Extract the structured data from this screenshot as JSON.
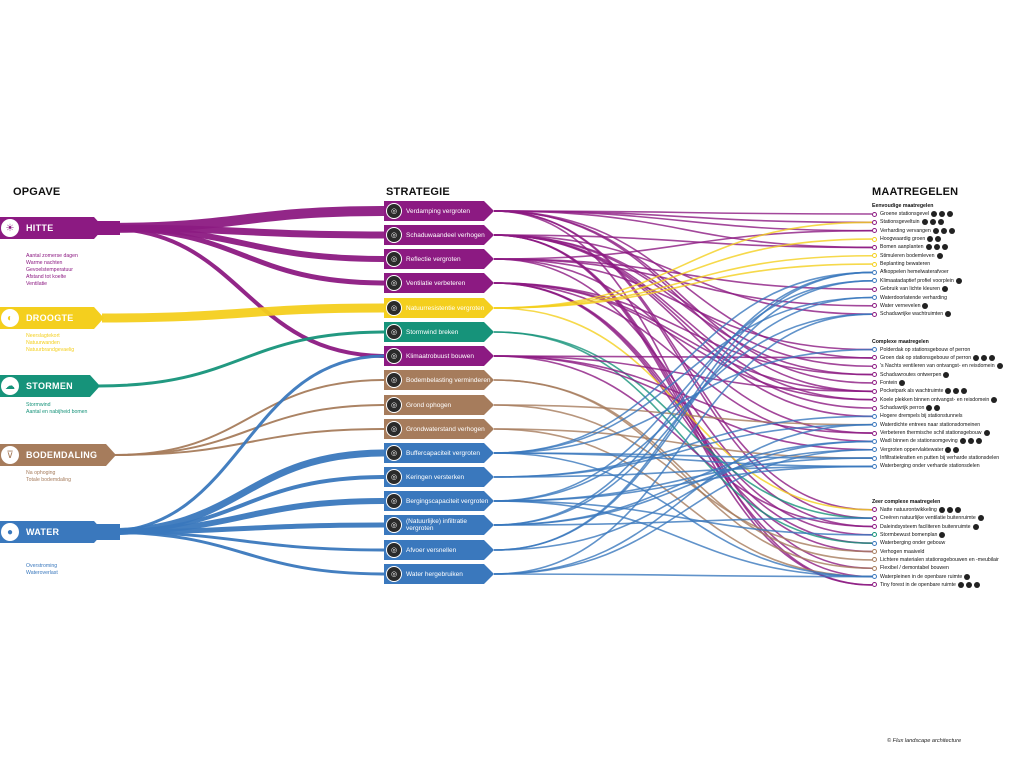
{
  "headers": {
    "opgave": "OPGAVE",
    "strategie": "STRATEGIE",
    "maatregelen": "MAATREGELEN"
  },
  "colors": {
    "hitte": "#8c1a82",
    "droogte": "#f4cf1e",
    "stormen": "#16937a",
    "bodemdaling": "#a67c5c",
    "water": "#3a78bd"
  },
  "opgaven": [
    {
      "key": "hitte",
      "label": "HITTE",
      "icon": "sun-icon",
      "subs": [
        "Aantal zomerse dagen",
        "Warme nachten",
        "Gevoelstemperatuur",
        "Afstand tot koelte",
        "Ventilatie"
      ]
    },
    {
      "key": "droogte",
      "label": "DROOGTE",
      "icon": "drought-icon",
      "subs": [
        "Neerslagtekort",
        "Natuurwanden",
        "Natuurbrandgevaelig"
      ]
    },
    {
      "key": "stormen",
      "label": "STORMEN",
      "icon": "storm-icon",
      "subs": [
        "Stormwind",
        "Aantal en nabijheid bomen"
      ]
    },
    {
      "key": "bodemdaling",
      "label": "BODEMDALING",
      "icon": "subsidence-icon",
      "subs": [
        "Na ophoging",
        "Totale bodemdaling"
      ]
    },
    {
      "key": "water",
      "label": "WATER",
      "icon": "water-drop-icon",
      "subs": [
        "Overstroming",
        "Wateroverlast"
      ]
    }
  ],
  "strategieen": [
    {
      "label": "Verdamping vergroten",
      "color": "hitte",
      "icon": "evaporation-icon"
    },
    {
      "label": "Schaduwaandeel verhogen",
      "color": "hitte",
      "icon": "shade-icon"
    },
    {
      "label": "Reflectie vergroten",
      "color": "hitte",
      "icon": "reflection-icon"
    },
    {
      "label": "Ventilatie verbeteren",
      "color": "hitte",
      "icon": "ventilation-icon"
    },
    {
      "label": "Natuurresistentie vergroten",
      "color": "droogte",
      "icon": "nature-icon"
    },
    {
      "label": "Stormwind breken",
      "color": "stormen",
      "icon": "wind-icon"
    },
    {
      "label": "Klimaatrobuust bouwen",
      "color": "hitte",
      "icon": "building-icon"
    },
    {
      "label": "Bodembelasting verminderen",
      "color": "bodemdaling",
      "icon": "weight-icon"
    },
    {
      "label": "Grond ophogen",
      "color": "bodemdaling",
      "icon": "raise-icon"
    },
    {
      "label": "Grondwaterstand verhogen",
      "color": "bodemdaling",
      "icon": "groundwater-icon"
    },
    {
      "label": "Buffercapaciteit vergroten",
      "color": "water",
      "icon": "buffer-icon"
    },
    {
      "label": "Keringen versterken",
      "color": "water",
      "icon": "barrier-icon"
    },
    {
      "label": "Bergingscapaciteit vergroten",
      "color": "water",
      "icon": "storage-icon"
    },
    {
      "label": "(Natuurlijke) infiltratie vergroten",
      "color": "water",
      "icon": "infiltration-icon"
    },
    {
      "label": "Afvoer versnellen",
      "color": "water",
      "icon": "drain-icon"
    },
    {
      "label": "Water hergebruiken",
      "color": "water",
      "icon": "reuse-icon"
    }
  ],
  "maatregelen": [
    {
      "title": "Eenvoudige maatregelen",
      "items": [
        {
          "label": "Groene stationsgevel",
          "tags": 3,
          "color": "hitte"
        },
        {
          "label": "Stationsgeveltuin",
          "tags": 3,
          "color": "hitte"
        },
        {
          "label": "Verharding vervangen",
          "tags": 3,
          "color": "hitte"
        },
        {
          "label": "Hoogwaardig groen",
          "tags": 2,
          "color": "droogte"
        },
        {
          "label": "Bomen aanplanten",
          "tags": 3,
          "color": "hitte"
        },
        {
          "label": "Stimuleren bodemleven",
          "tags": 1,
          "color": "droogte"
        },
        {
          "label": "Beplanting bewateren",
          "tags": 0,
          "color": "droogte"
        },
        {
          "label": "Afkoppelen hemelwaterafvoer",
          "tags": 0,
          "color": "water"
        },
        {
          "label": "Klimaatadaptief profiel voorplein",
          "tags": 1,
          "color": "water"
        },
        {
          "label": "Gebruik van lichte kleuren",
          "tags": 1,
          "color": "hitte"
        },
        {
          "label": "Waterdoorlatende verharding",
          "tags": 0,
          "color": "water"
        },
        {
          "label": "Water vernevelen",
          "tags": 1,
          "color": "hitte"
        },
        {
          "label": "Schaduwrijke wachtruimten",
          "tags": 1,
          "color": "hitte"
        }
      ]
    },
    {
      "title": "Complexe maatregelen",
      "items": [
        {
          "label": "Polderdak op stationsgebouw of perron",
          "tags": 0,
          "color": "water"
        },
        {
          "label": "Groen dak op stationsgebouw of perron",
          "tags": 3,
          "color": "hitte"
        },
        {
          "label": "'s Nachts ventileren van ontvangst- en reisdomein",
          "tags": 1,
          "color": "hitte"
        },
        {
          "label": "Schaduwroutes ontwerpen",
          "tags": 1,
          "color": "hitte"
        },
        {
          "label": "Fontein",
          "tags": 1,
          "color": "hitte"
        },
        {
          "label": "Pocketpark als wachtruimte",
          "tags": 3,
          "color": "hitte"
        },
        {
          "label": "Koele plekken binnen ontvangst- en reisdomein",
          "tags": 1,
          "color": "hitte"
        },
        {
          "label": "Schaduwrijk perron",
          "tags": 2,
          "color": "hitte"
        },
        {
          "label": "Hogere drempels bij stationstunnels",
          "tags": 0,
          "color": "water"
        },
        {
          "label": "Waterdichte entrees naar stationsdomeinen",
          "tags": 0,
          "color": "water"
        },
        {
          "label": "Verbeteren thermische schil stationsgebouw",
          "tags": 1,
          "color": "hitte"
        },
        {
          "label": "Wadi binnen de stationsomgeving",
          "tags": 3,
          "color": "water"
        },
        {
          "label": "Vergroten oppervlaktewater",
          "tags": 2,
          "color": "water"
        },
        {
          "label": "Infiltratiekratten en putten bij verharde stationsdelen",
          "tags": 0,
          "color": "water"
        },
        {
          "label": "Waterberging onder verharde stationsdelen",
          "tags": 0,
          "color": "water"
        }
      ]
    },
    {
      "title": "Zeer complexe maatregelen",
      "items": [
        {
          "label": "Natte natuurontwikkeling",
          "tags": 3,
          "color": "hitte"
        },
        {
          "label": "Creëren natuurlijke ventilatie buitenruimte",
          "tags": 1,
          "color": "hitte"
        },
        {
          "label": "Daleindsysteem faciliteren buitenruimte",
          "tags": 1,
          "color": "hitte"
        },
        {
          "label": "Stormbewust bomenplan",
          "tags": 1,
          "color": "stormen"
        },
        {
          "label": "Waterberging onder gebouw",
          "tags": 0,
          "color": "water"
        },
        {
          "label": "Verhogen maaiveld",
          "tags": 0,
          "color": "bodemdaling"
        },
        {
          "label": "Lichtere materialen stationsgebouwen en -meubilair",
          "tags": 0,
          "color": "bodemdaling"
        },
        {
          "label": "Flexibel / demontabel bouwen",
          "tags": 0,
          "color": "bodemdaling"
        },
        {
          "label": "Waterpleinen in de openbare ruimte",
          "tags": 1,
          "color": "water"
        },
        {
          "label": "Tiny forest in de openbare ruimte",
          "tags": 3,
          "color": "hitte"
        }
      ]
    }
  ],
  "credit": "© Flux landscape architecture"
}
